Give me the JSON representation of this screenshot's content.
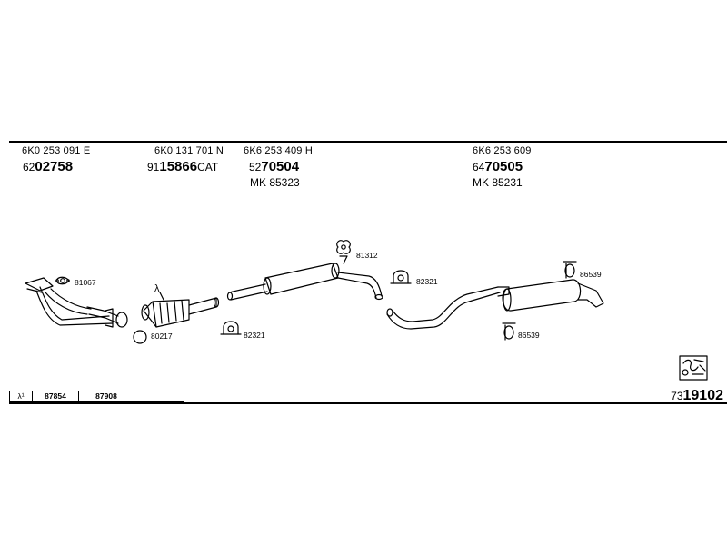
{
  "parts": [
    {
      "oe": "6K0 253 091 E",
      "num_prefix": "62",
      "num_main": "02758",
      "num_suffix": "",
      "mk": ""
    },
    {
      "oe": "6K0 131 701 N",
      "num_prefix": "91",
      "num_main": "15866",
      "num_suffix": "CAT",
      "mk": ""
    },
    {
      "oe": "6K6 253 409 H",
      "num_prefix": "52",
      "num_main": "70504",
      "num_suffix": "",
      "mk": "MK  85323"
    },
    {
      "oe": "6K6 253 609",
      "num_prefix": "64",
      "num_main": "70505",
      "num_suffix": "",
      "mk": "MK  85231"
    }
  ],
  "callouts": {
    "gasket_1": "81067",
    "ring": "80217",
    "lambda": "λ",
    "clamp_1": "82321",
    "hanger_1": "81312",
    "clamp_2": "82321",
    "hanger_2": "86539",
    "hanger_3": "86539"
  },
  "table": {
    "lambda_label": "λ¹",
    "values": [
      "87854",
      "87908",
      ""
    ]
  },
  "reference": {
    "prefix": "73",
    "main": "19102"
  },
  "icons": [
    "exhaust-fitting-kit-icon"
  ]
}
